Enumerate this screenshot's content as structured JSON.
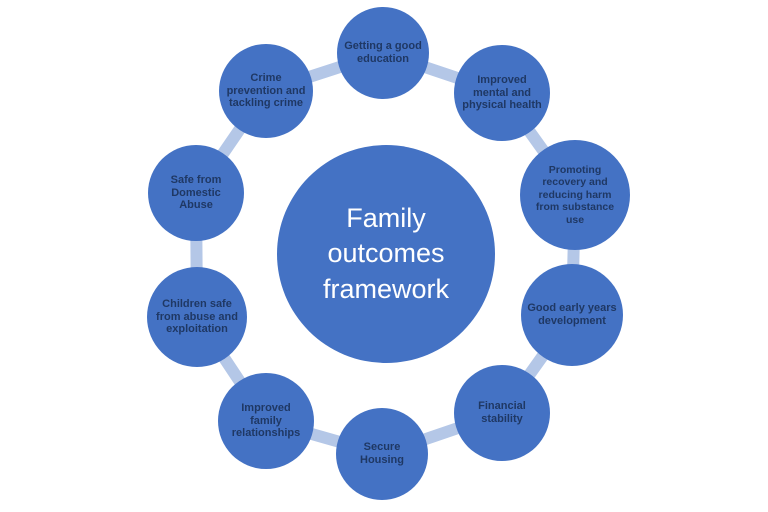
{
  "diagram": {
    "center_label": "Family outcomes framework",
    "colors": {
      "circle_fill": "#4472C4",
      "connector": "#B4C7E7",
      "node_text": "#1F3864",
      "center_text": "#FFFFFF"
    },
    "nodes": [
      {
        "label": "Getting a good education"
      },
      {
        "label": "Improved mental and physical health"
      },
      {
        "label": "Promoting recovery and reducing harm from substance use"
      },
      {
        "label": "Good early years development"
      },
      {
        "label": "Financial stability"
      },
      {
        "label": "Secure Housing"
      },
      {
        "label": "Improved family relationships"
      },
      {
        "label": "Children safe from abuse and exploitation"
      },
      {
        "label": "Safe from Domestic Abuse"
      },
      {
        "label": "Crime prevention and tackling crime"
      }
    ]
  }
}
